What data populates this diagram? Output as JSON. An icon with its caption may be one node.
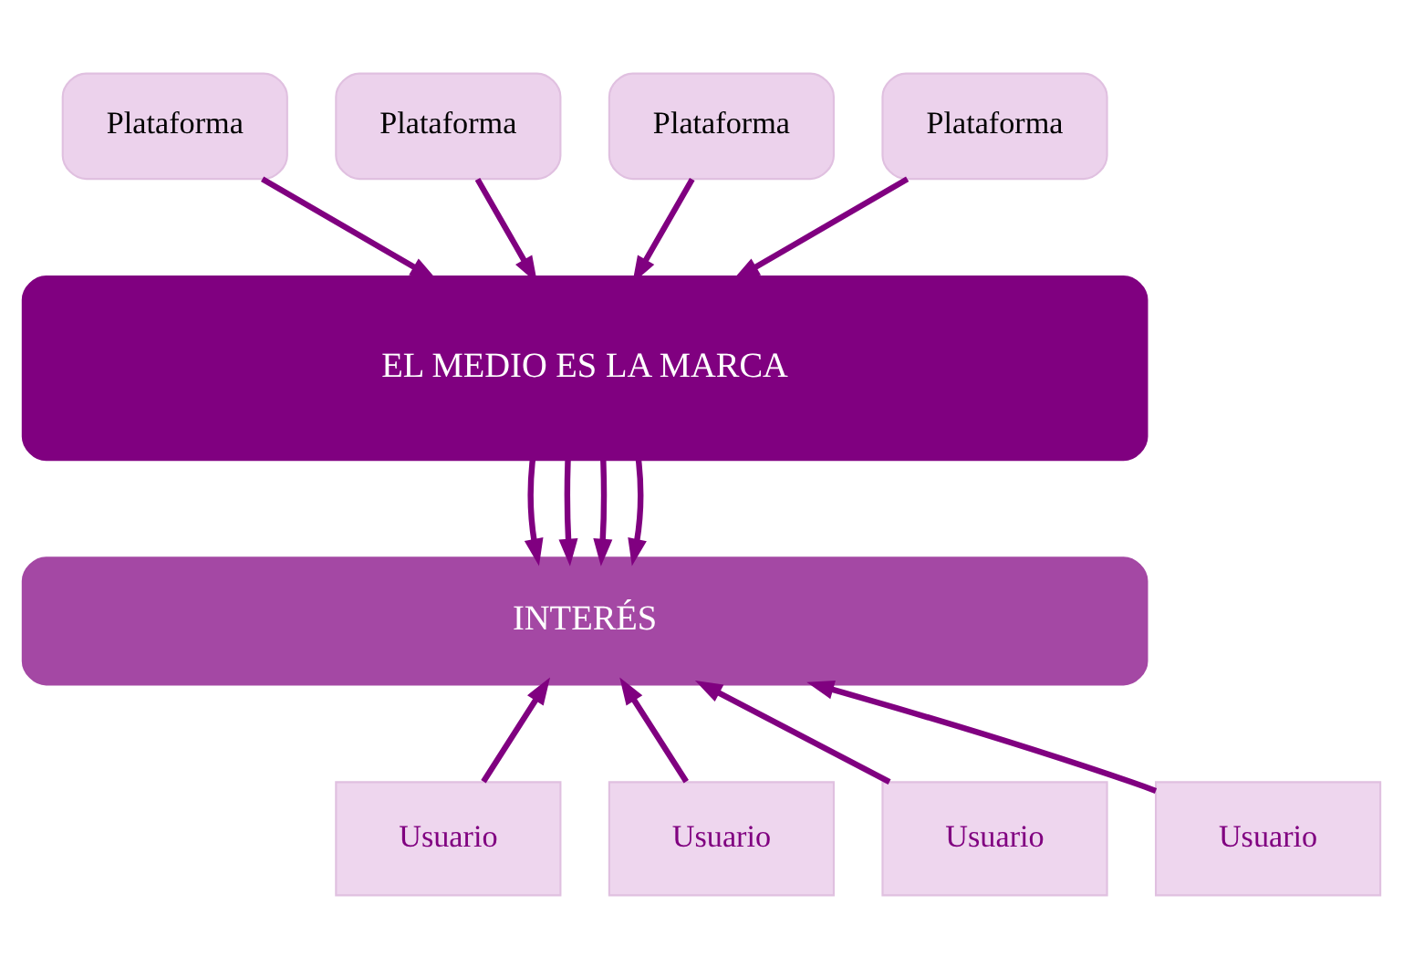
{
  "diagram": {
    "nodes": [
      {
        "text": [
          "Plataforma"
        ]
      },
      {
        "text": [
          "Plataforma"
        ]
      },
      {
        "text": [
          "Plataforma"
        ]
      },
      {
        "text": [
          "Plataforma"
        ]
      },
      {
        "text": [
          "EL MEDIO ES LA MARCA"
        ]
      },
      {
        "text": [
          "INTERÉS"
        ]
      },
      {
        "text": [
          "Usuario"
        ]
      },
      {
        "text": [
          "Usuario"
        ]
      },
      {
        "text": [
          "Usuario"
        ]
      },
      {
        "text": [
          "Usuario"
        ]
      }
    ],
    "edges": [
      {
        "from": 0,
        "to": 4,
        "arrow": "to"
      },
      {
        "from": 1,
        "to": 4,
        "arrow": "to"
      },
      {
        "from": 2,
        "to": 4,
        "arrow": "to"
      },
      {
        "from": 3,
        "to": 4,
        "arrow": "to"
      },
      {
        "from": 4,
        "to": 5,
        "arrow": "to"
      },
      {
        "from": 4,
        "to": 5,
        "arrow": "to"
      },
      {
        "from": 4,
        "to": 5,
        "arrow": "to"
      },
      {
        "from": 4,
        "to": 5,
        "arrow": "to"
      },
      {
        "from": 6,
        "to": 5,
        "arrow": "to"
      },
      {
        "from": 7,
        "to": 5,
        "arrow": "to"
      },
      {
        "from": 8,
        "to": 5,
        "arrow": "to"
      },
      {
        "from": 9,
        "to": 5,
        "arrow": "to"
      }
    ]
  }
}
